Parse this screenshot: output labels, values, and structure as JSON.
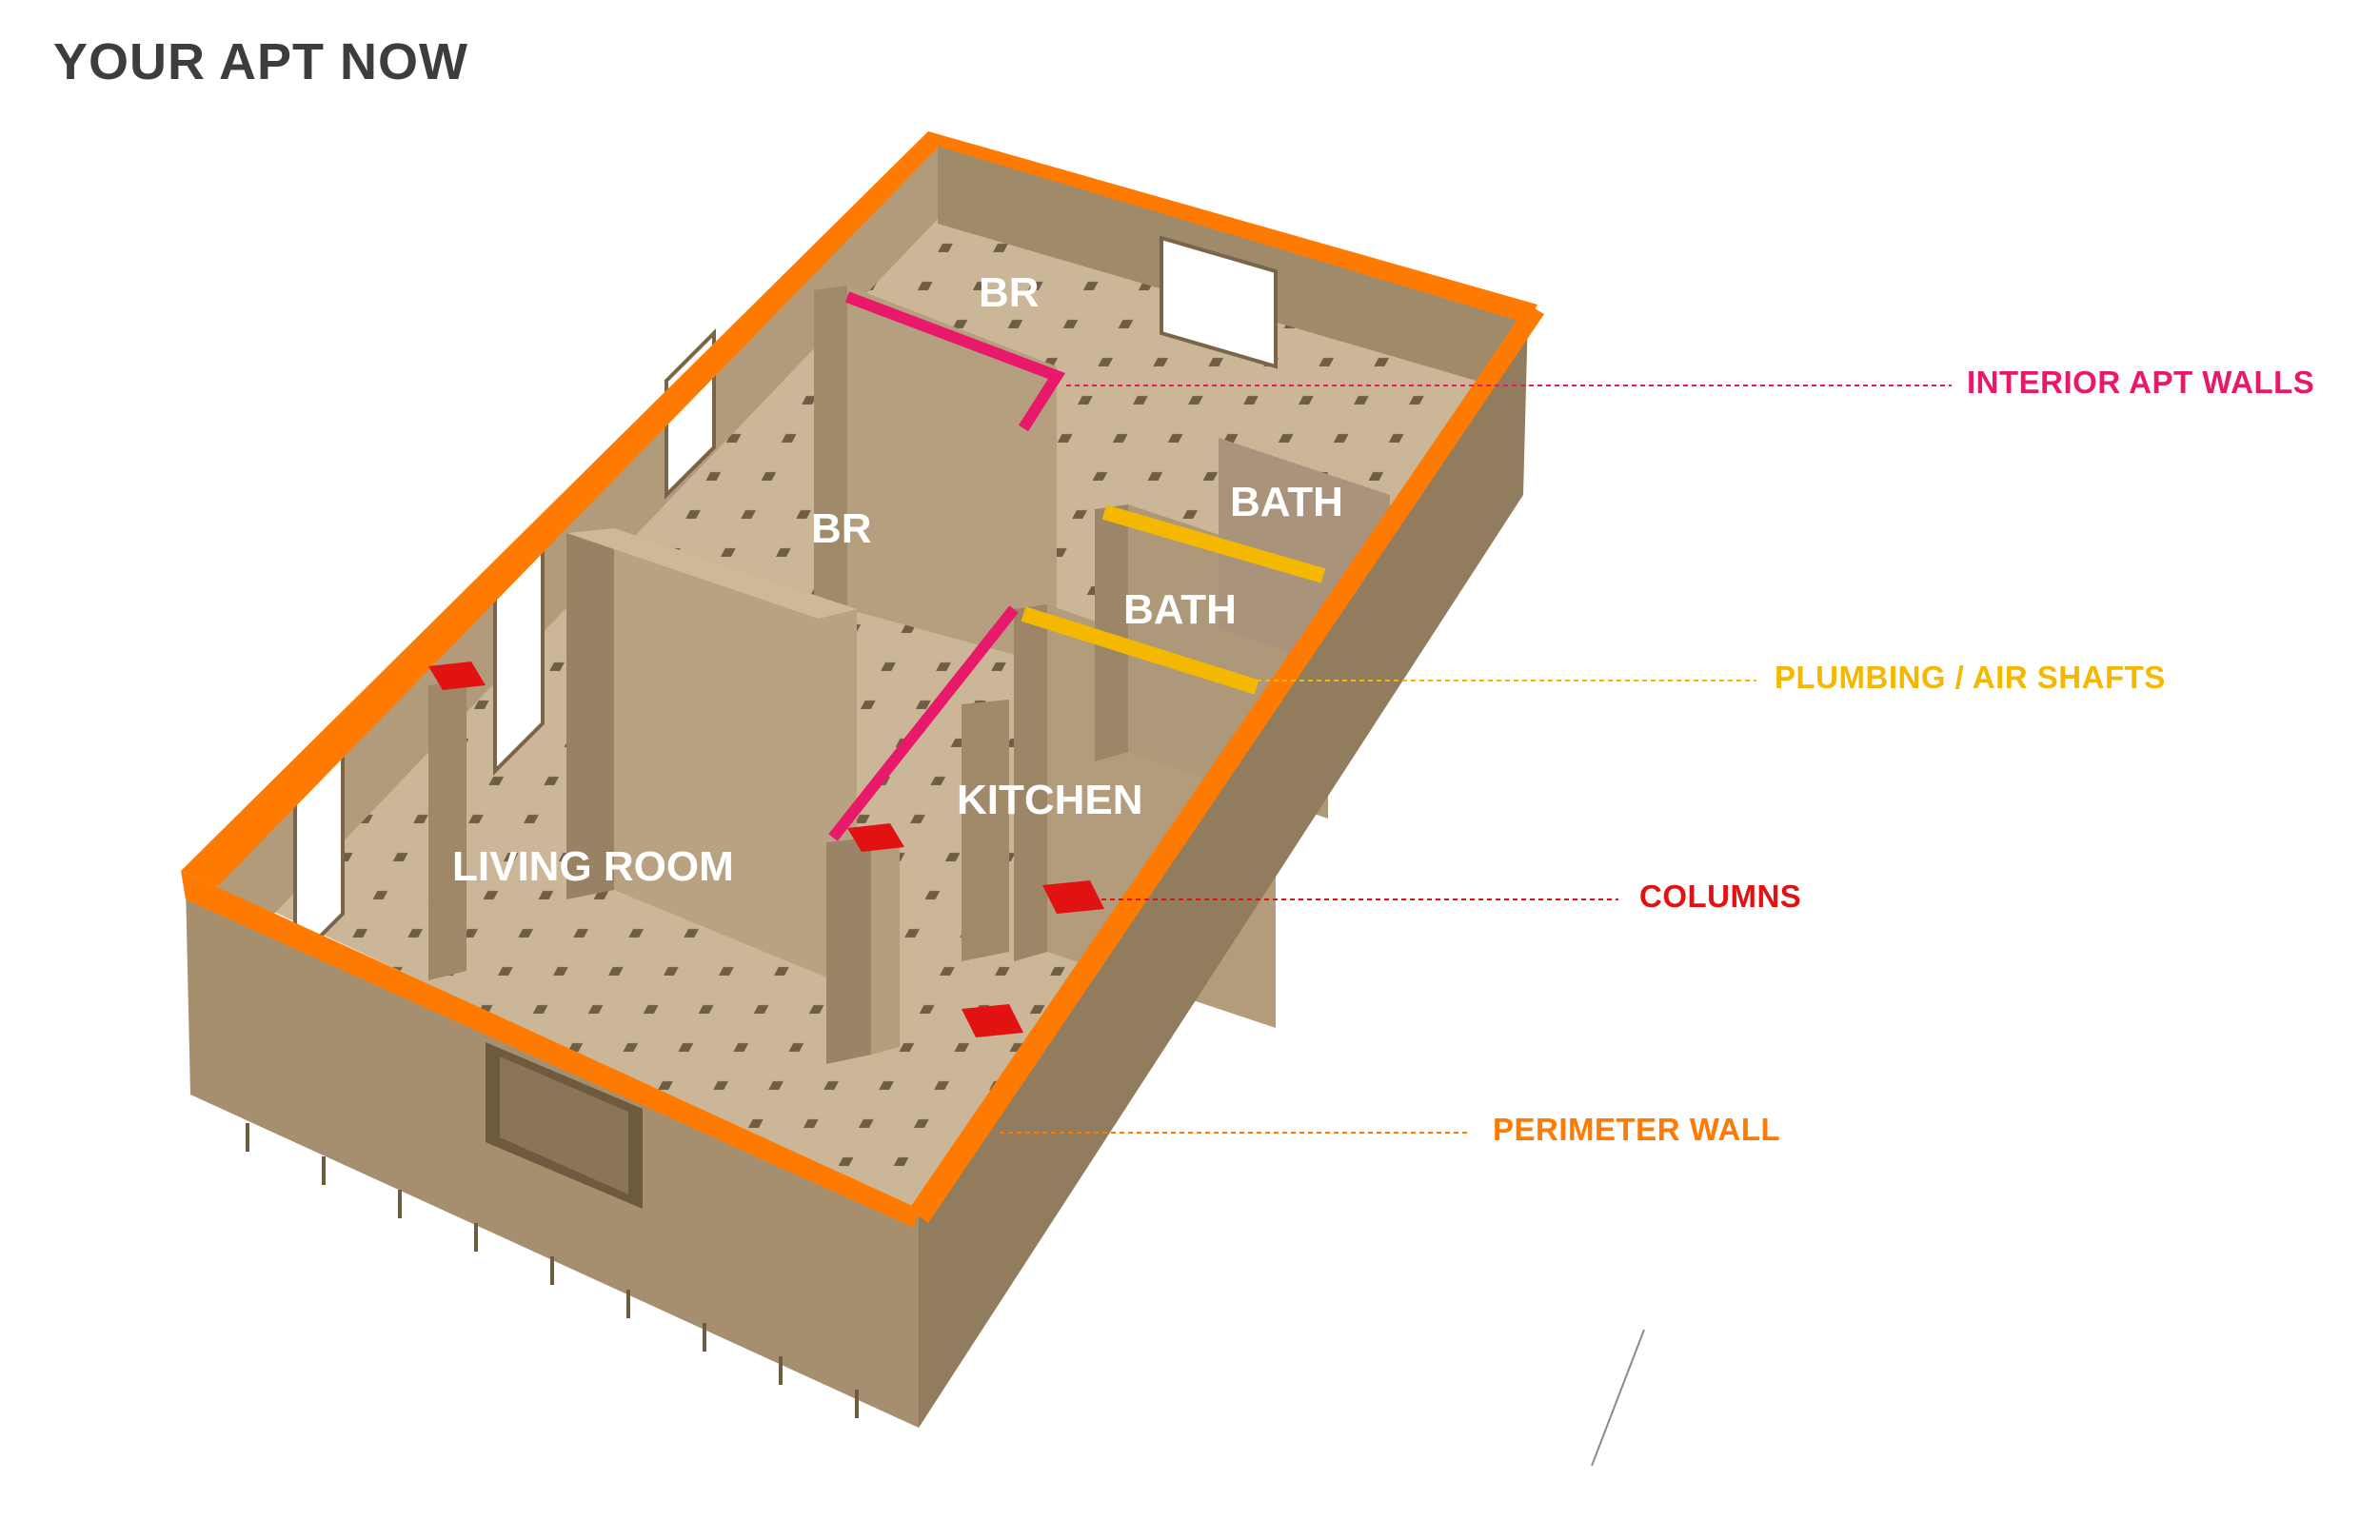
{
  "title": "YOUR APT NOW",
  "rooms": {
    "br_back": "BR",
    "br_middle": "BR",
    "bath_upper": "BATH",
    "bath_lower": "BATH",
    "kitchen": "KITCHEN",
    "living_room": "LIVING ROOM"
  },
  "callouts": {
    "interior_walls": {
      "label": "INTERIOR APT WALLS",
      "color": "#e8196b"
    },
    "plumbing": {
      "label": "PLUMBING / AIR SHAFTS",
      "color": "#f5b800"
    },
    "columns": {
      "label": "COLUMNS",
      "color": "#e31212"
    },
    "perimeter": {
      "label": "PERIMETER WALL",
      "color": "#ff7a00"
    }
  },
  "colors": {
    "wall_face": "#a69070",
    "wall_dark": "#8f7a5c",
    "floor": "#c9b496",
    "perimeter_top": "#ff7a00",
    "interior_wall": "#e8196b",
    "plumbing_shaft": "#f5b800",
    "column": "#e31212"
  }
}
